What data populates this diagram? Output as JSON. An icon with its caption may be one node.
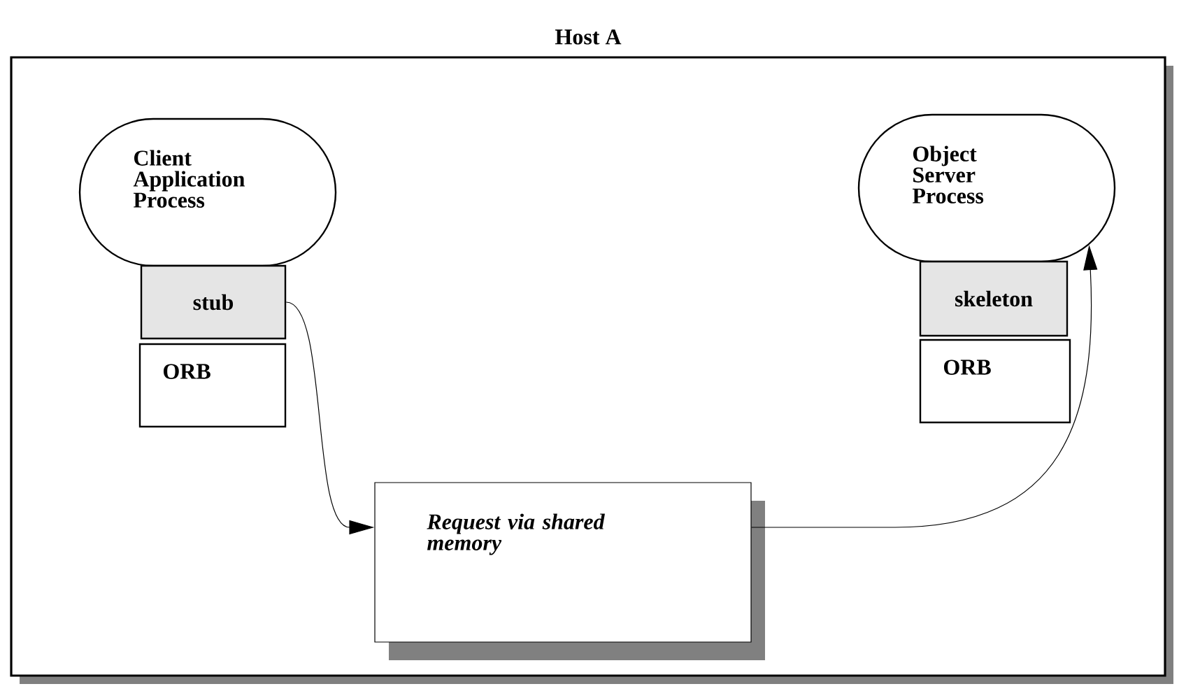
{
  "diagram": {
    "nodes": [
      {
        "text": [
          "Host A"
        ]
      },
      {
        "text": [
          "Client Application Process"
        ],
        "in": 0
      },
      {
        "text": [
          "stub"
        ],
        "in": 0
      },
      {
        "text": [
          "ORB"
        ],
        "in": 0
      },
      {
        "text": [
          "Request via shared memory"
        ],
        "in": 0
      },
      {
        "text": [
          "Object Server Process"
        ],
        "in": 0
      },
      {
        "text": [
          "skeleton"
        ],
        "in": 0
      },
      {
        "text": [
          "ORB"
        ],
        "in": 0
      }
    ],
    "edges": [
      {
        "from": 2,
        "to": 4,
        "arrow": "to"
      },
      {
        "from": 4,
        "to": 5,
        "arrow": "to"
      }
    ]
  }
}
